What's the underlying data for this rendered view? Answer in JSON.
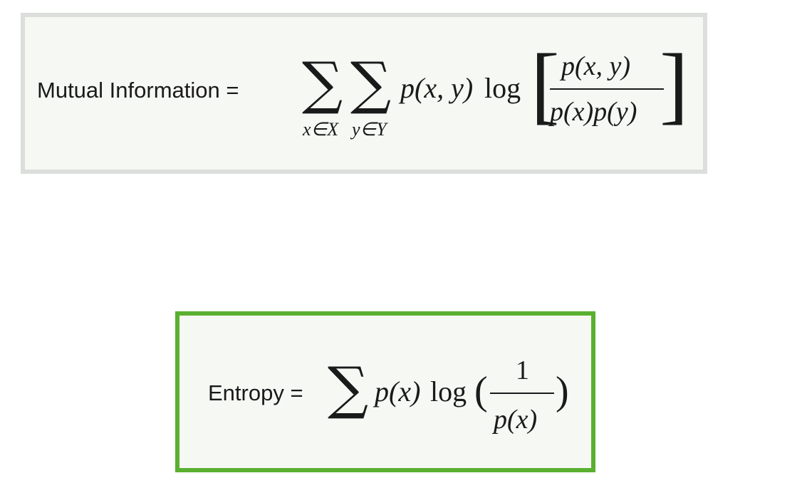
{
  "mutual_information": {
    "label": "Mutual Information =",
    "sum_x_sub": "x∈X",
    "sum_y_sub": "y∈Y",
    "joint": "p(x, y)",
    "log": "log",
    "numerator": "p(x, y)",
    "denominator": "p(x)p(y)"
  },
  "entropy": {
    "label": "Entropy =",
    "term": "p(x)",
    "log": "log",
    "numerator": "1",
    "denominator": "p(x)"
  },
  "glyphs": {
    "sigma": "∑",
    "bracket_open": "[",
    "bracket_close": "]",
    "paren_open": "(",
    "paren_close": ")",
    "equals": "="
  },
  "colors": {
    "mi_border": "#dcdedb",
    "entropy_border": "#5ab030",
    "box_fill": "#f6f8f3"
  }
}
